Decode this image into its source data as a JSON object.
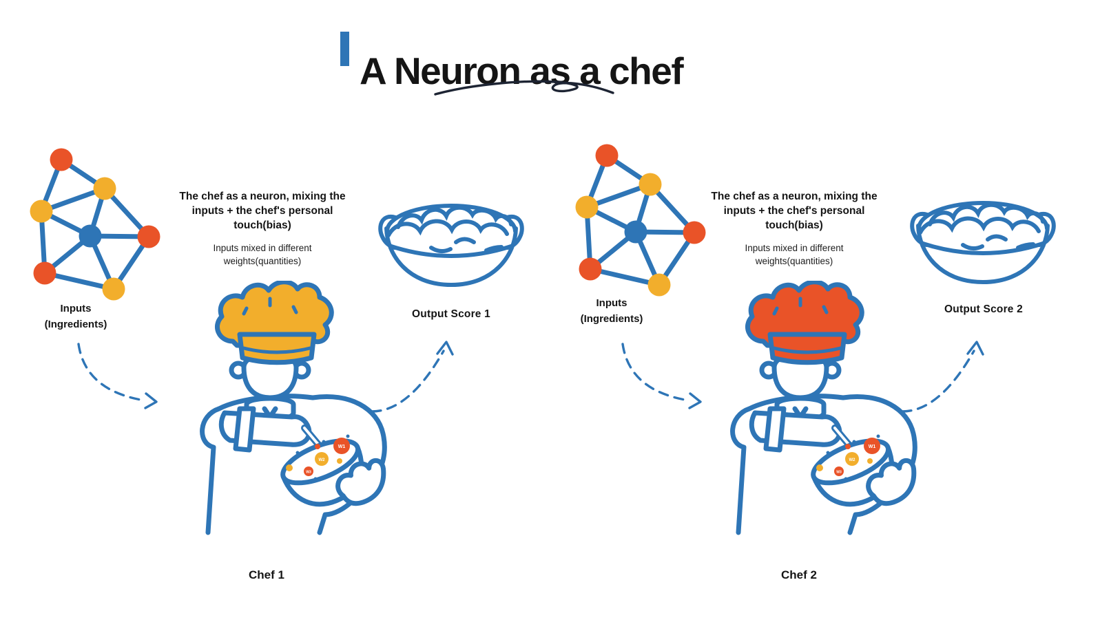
{
  "title": {
    "text": "A Neuron as a chef"
  },
  "colors": {
    "outline_blue": "#2E75B6",
    "node_red": "#E95328",
    "node_yellow": "#F2AE2C",
    "ink": "#151515",
    "squiggle_ink": "#1D2433",
    "hat_chef1": "#F2AE2C",
    "hat_chef2": "#E95328"
  },
  "panels": [
    {
      "inputs_label_line1": "Inputs",
      "inputs_label_line2": "(Ingredients)",
      "heading": "The chef as a neuron, mixing the inputs + the chef's personal touch(bias)",
      "subheading": "Inputs mixed in different weights(quantities)",
      "weights": [
        "W1",
        "W2",
        "W3"
      ],
      "output_label": "Output Score 1",
      "chef_label": "Chef 1"
    },
    {
      "inputs_label_line1": "Inputs",
      "inputs_label_line2": "(Ingredients)",
      "heading": "The chef as a neuron, mixing the inputs + the chef's personal touch(bias)",
      "subheading": "Inputs mixed in different weights(quantities)",
      "weights": [
        "W1",
        "W2",
        "W3"
      ],
      "output_label": "Output Score 2",
      "chef_label": "Chef 2"
    }
  ]
}
